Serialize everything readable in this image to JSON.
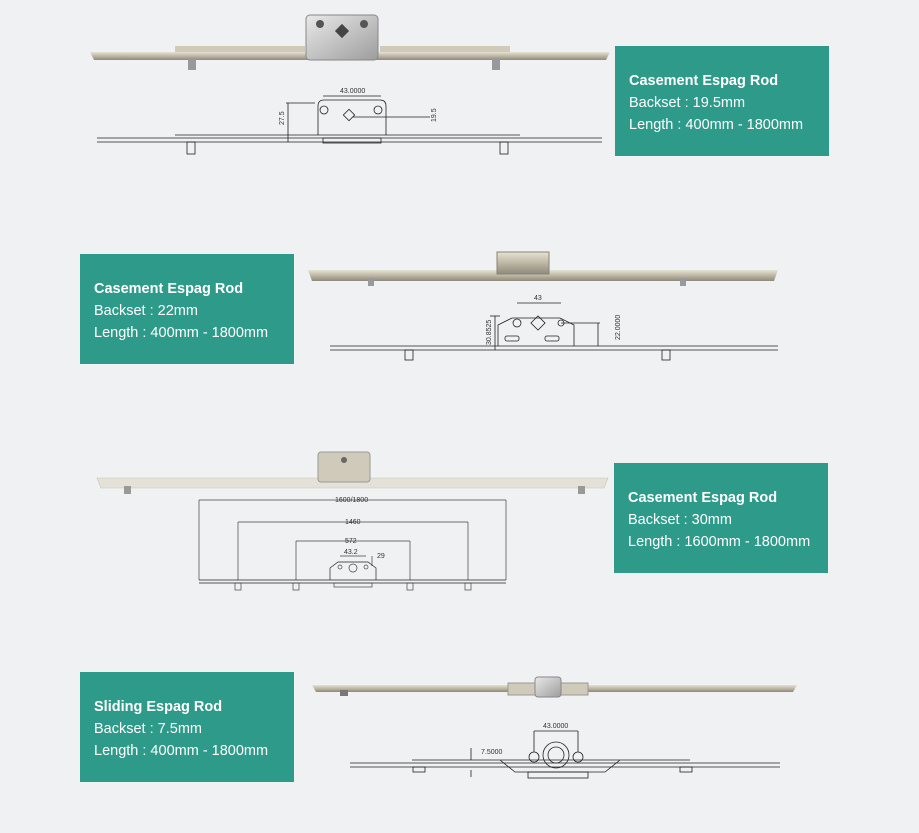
{
  "products": [
    {
      "title": "Casement Espag Rod",
      "backset": "Backset : 19.5mm",
      "length": "Length : 400mm - 1800mm",
      "dims": [
        "43.0000",
        "27.5",
        "19.5"
      ]
    },
    {
      "title": "Casement Espag Rod",
      "backset": "Backset : 22mm",
      "length": "Length : 400mm - 1800mm",
      "dims": [
        "43",
        "30.8525",
        "22.0000"
      ]
    },
    {
      "title": "Casement Espag Rod",
      "backset": "Backset : 30mm",
      "length": "Length : 1600mm - 1800mm",
      "dims": [
        "1600/1800",
        "1460",
        "572",
        "43.2",
        "29"
      ]
    },
    {
      "title": "Sliding Espag Rod",
      "backset": "Backset : 7.5mm",
      "length": "Length : 400mm - 1800mm",
      "dims": [
        "43.0000",
        "7.5000"
      ]
    }
  ],
  "colors": {
    "accent": "#2e9a8a"
  }
}
